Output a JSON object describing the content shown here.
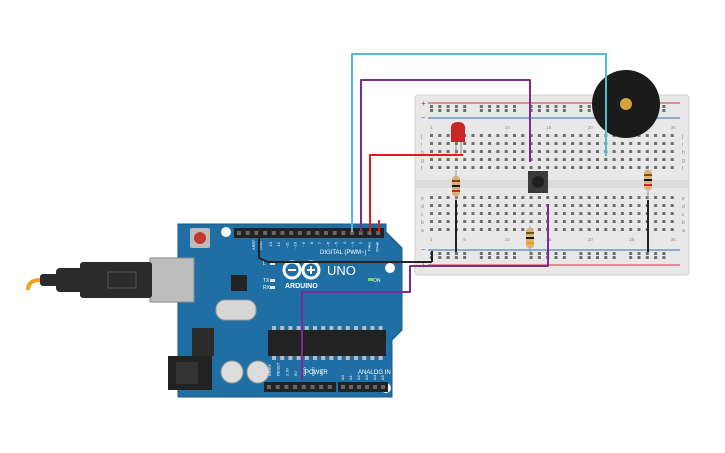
{
  "colors": {
    "board": "#1f6fa5",
    "board_dark": "#175886",
    "breadboard": "#e9e9e9",
    "rail_red": "#d32f2f",
    "rail_blue": "#2f6fb0",
    "wire_red": "#e21b1b",
    "wire_purple": "#7d2a92",
    "wire_cyan": "#55bcd3",
    "wire_black": "#222222"
  },
  "arduino": {
    "model": "UNO",
    "brand": "ARDUINO",
    "on_label": "ON",
    "tx_label": "TX",
    "rx_label": "RX",
    "l_label": "L",
    "digital_label": "DIGITAL (PWM~)",
    "power_label": "POWER",
    "analog_label": "ANALOG IN",
    "aref_label": "AREF",
    "gnd_label": "GND",
    "digital_pins": [
      "13",
      "12",
      "~11",
      "~10",
      "~9",
      "8",
      "7",
      "~6",
      "~5",
      "4",
      "~3",
      "2",
      "TX▸1",
      "RX◂0"
    ],
    "power_pins": [
      "IOREF",
      "RESET",
      "3.3V",
      "5V",
      "GND",
      "GND",
      "Vin"
    ],
    "analog_pins": [
      "A0",
      "A1",
      "A2",
      "A3",
      "A4",
      "A5"
    ]
  },
  "breadboard": {
    "row_letters_top": [
      "j",
      "i",
      "h",
      "g",
      "f"
    ],
    "row_letters_bottom": [
      "e",
      "d",
      "c",
      "b",
      "a"
    ],
    "column_numbers": [
      "1",
      "5",
      "10",
      "15",
      "20",
      "25",
      "30"
    ],
    "plus_sign": "+",
    "minus_sign": "−"
  }
}
